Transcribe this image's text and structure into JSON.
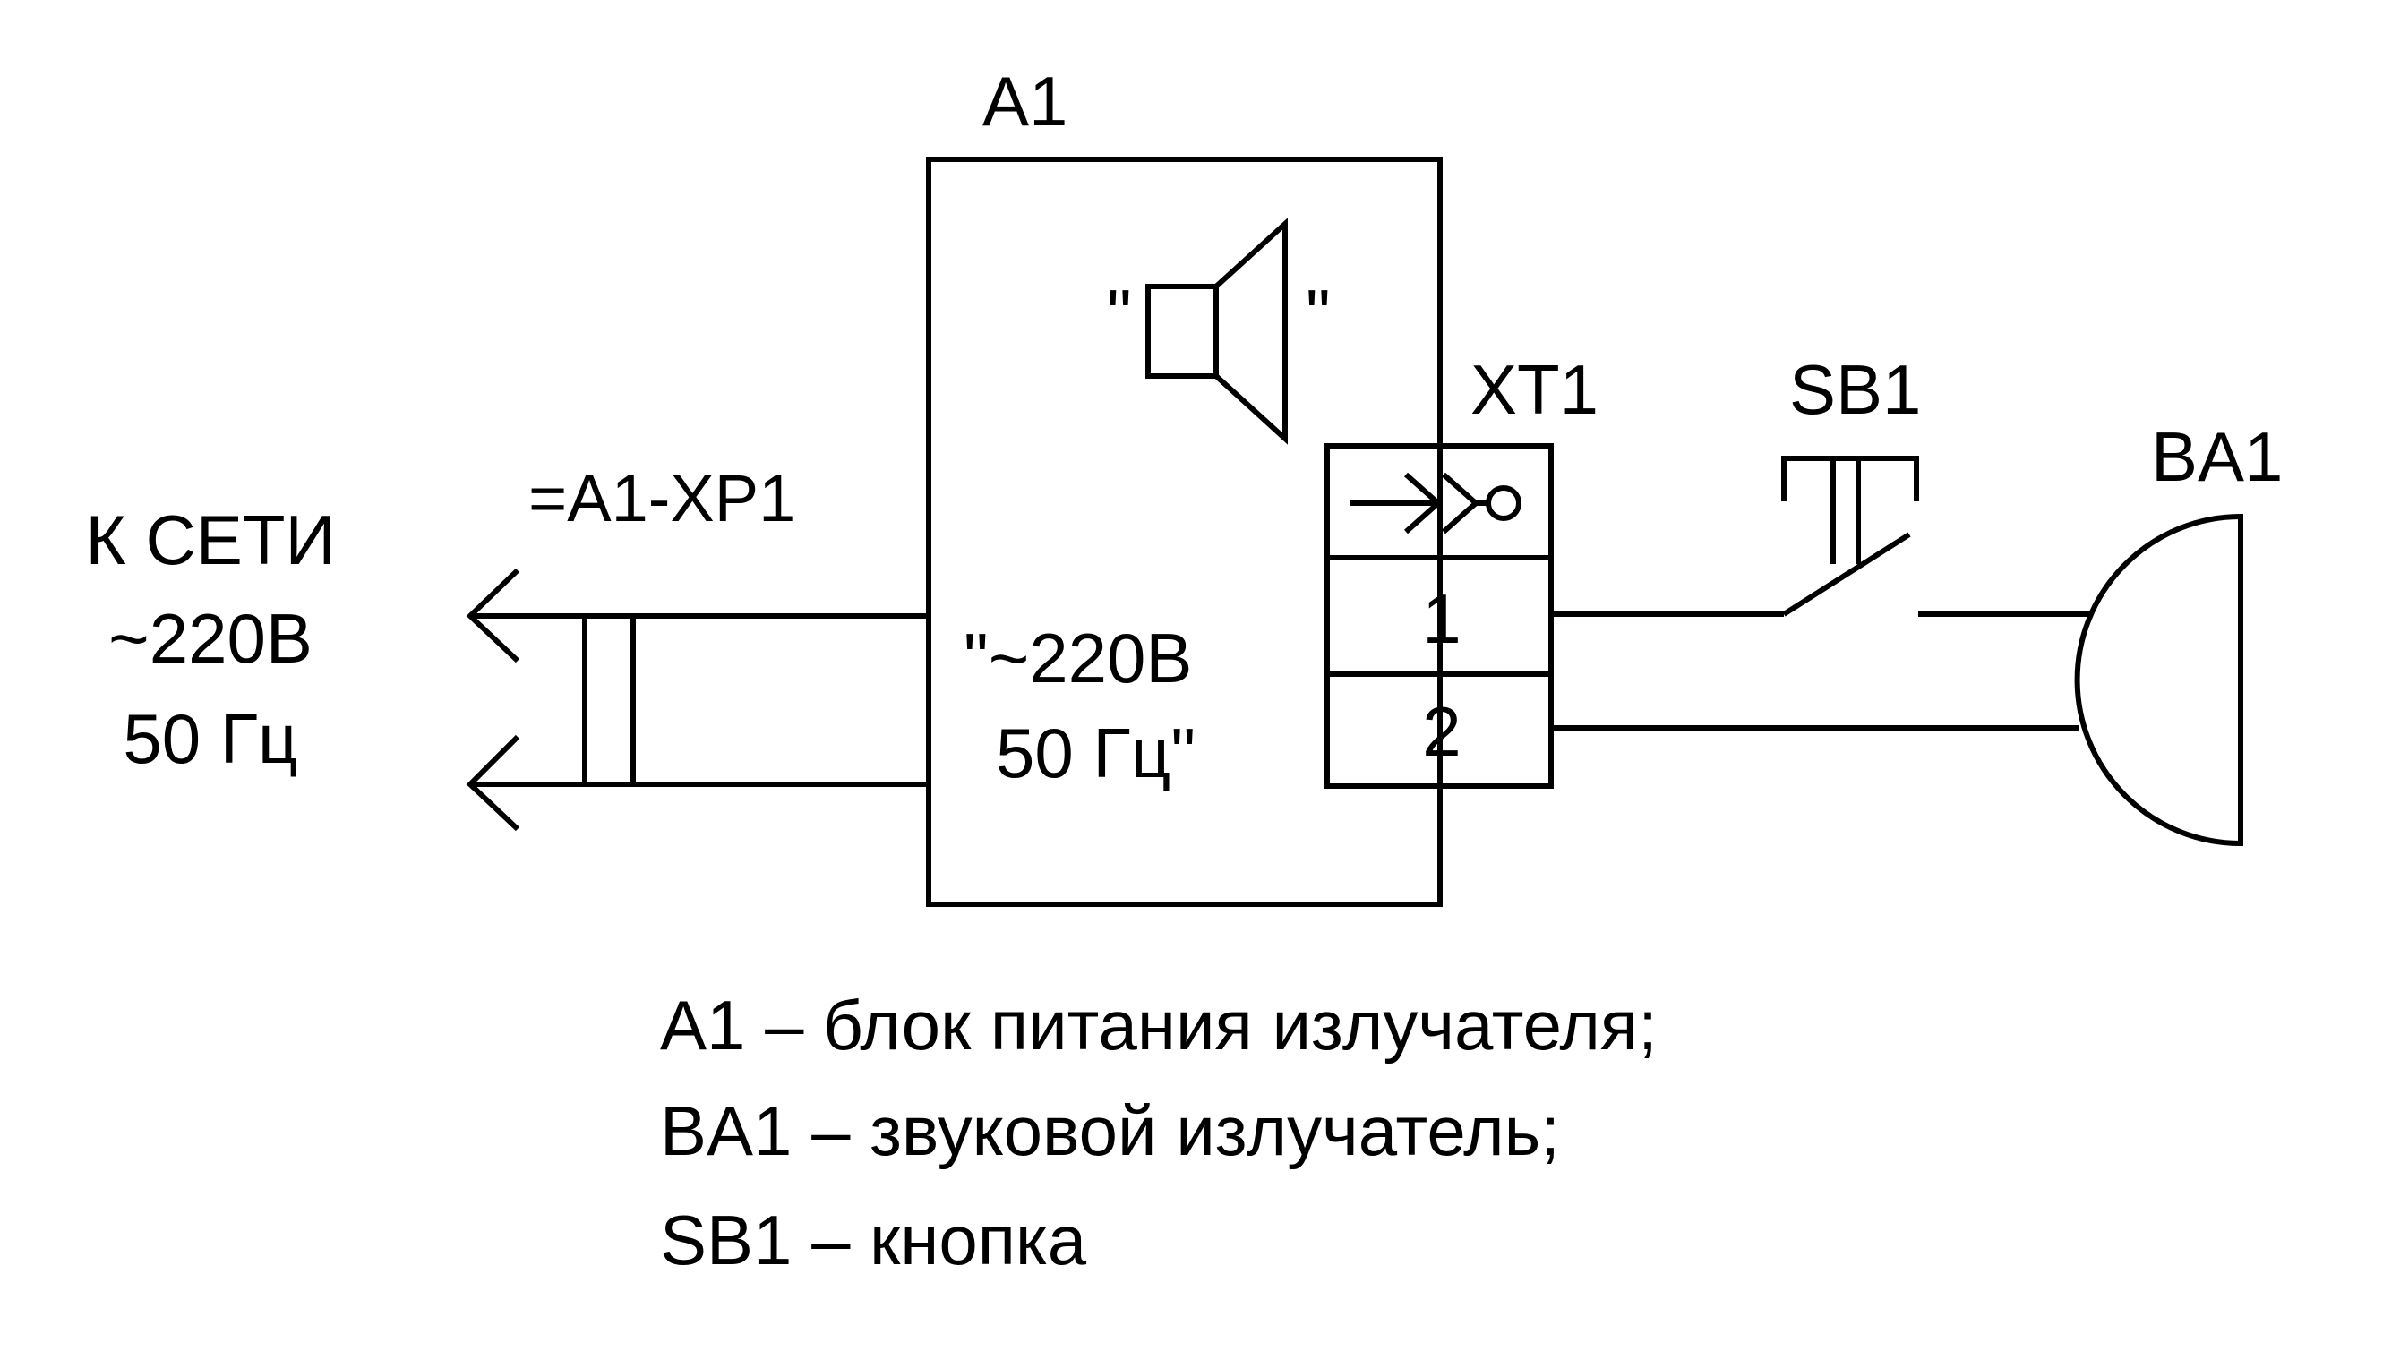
{
  "labels": {
    "a1": "A1",
    "xt1": "XT1",
    "sb1": "SB1",
    "ba1": "BA1",
    "plug": "=A1-XP1",
    "mains": [
      "К СЕТИ",
      "~220В",
      "50 Гц"
    ],
    "block_text": [
      "\"~220В",
      "50 Гц\""
    ],
    "speaker_quote_left": "\"",
    "speaker_quote_right": "\"",
    "pin1": "1",
    "pin2": "2"
  },
  "legend": [
    "A1 – блок питания излучателя;",
    "BA1 – звуковой излучатель;",
    "SB1 – кнопка"
  ],
  "colors": {
    "line": "#000000",
    "background": "#ffffff"
  }
}
